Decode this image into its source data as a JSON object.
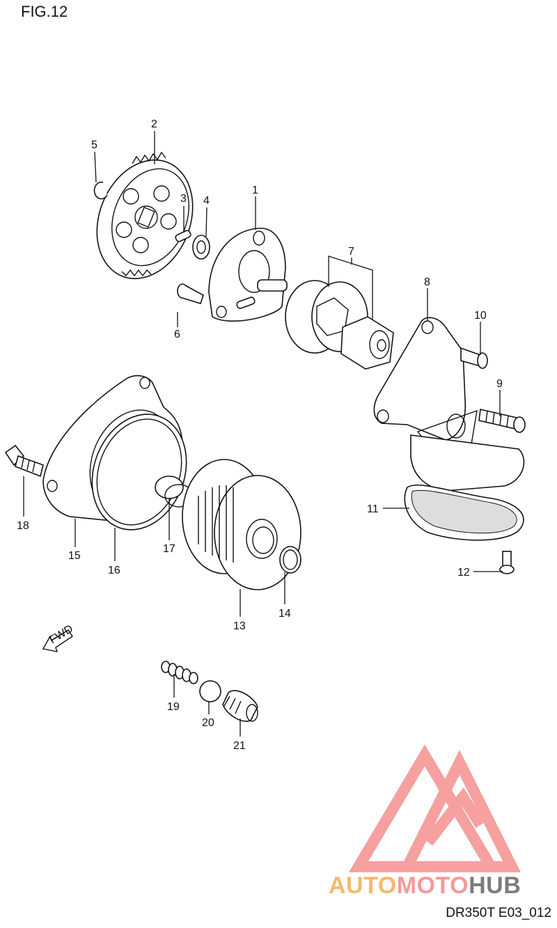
{
  "figure_label": "FIG.12",
  "figure_code": "DR350T E03_012",
  "brand": {
    "part1": "AUTO",
    "part2": "MOTO",
    "part3": "HUB"
  },
  "arrow_label": "FWD",
  "callouts": [
    "1",
    "2",
    "3",
    "4",
    "5",
    "6",
    "7",
    "8",
    "9",
    "10",
    "11",
    "12",
    "13",
    "14",
    "15",
    "16",
    "17",
    "18",
    "19",
    "20",
    "21"
  ],
  "colors": {
    "logo_accent": "#f39a9a",
    "logo_auto": "#f6b96a",
    "logo_hub": "#7c7c7c"
  }
}
